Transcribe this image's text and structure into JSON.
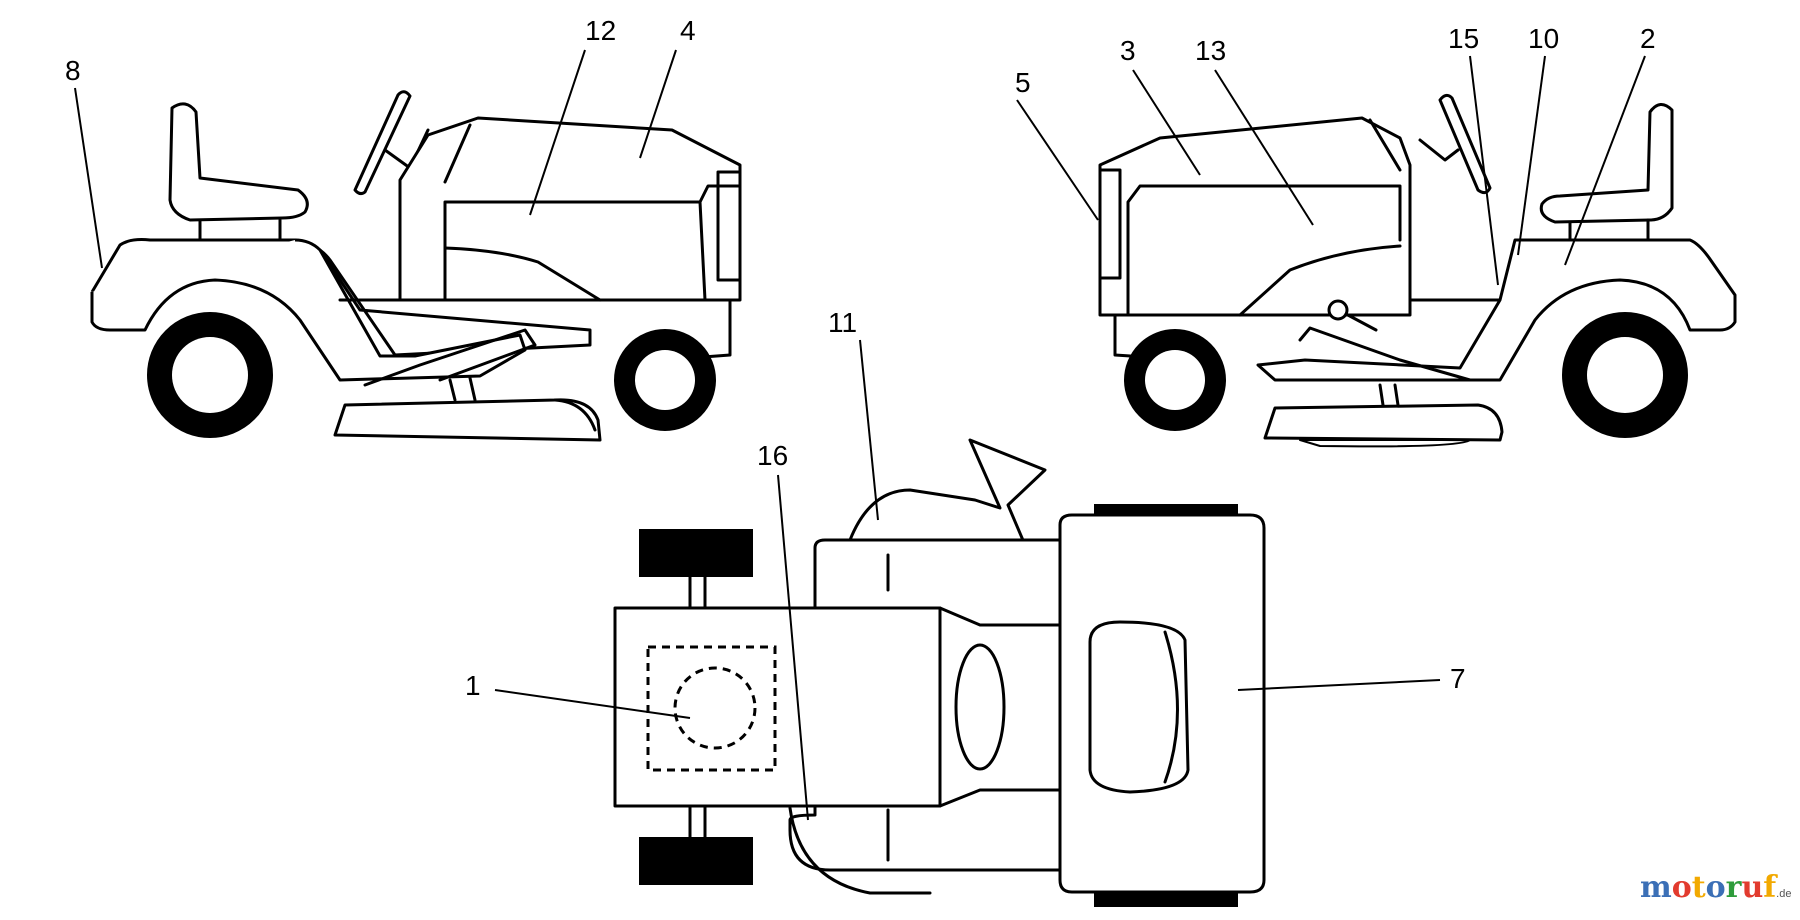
{
  "callouts": {
    "c1": "1",
    "c2": "2",
    "c3": "3",
    "c4": "4",
    "c5": "5",
    "c7": "7",
    "c8": "8",
    "c10": "10",
    "c11": "11",
    "c12": "12",
    "c13": "13",
    "c15": "15",
    "c16": "16"
  },
  "watermark": {
    "brand_parts": [
      "m",
      "o",
      "t",
      "o",
      "r",
      "u",
      "f"
    ],
    "suffix": ".de",
    "colors": [
      "#3b6fb6",
      "#e23b2e",
      "#f2a900",
      "#3b6fb6",
      "#2e9c3b",
      "#e23b2e",
      "#f2a900"
    ]
  }
}
